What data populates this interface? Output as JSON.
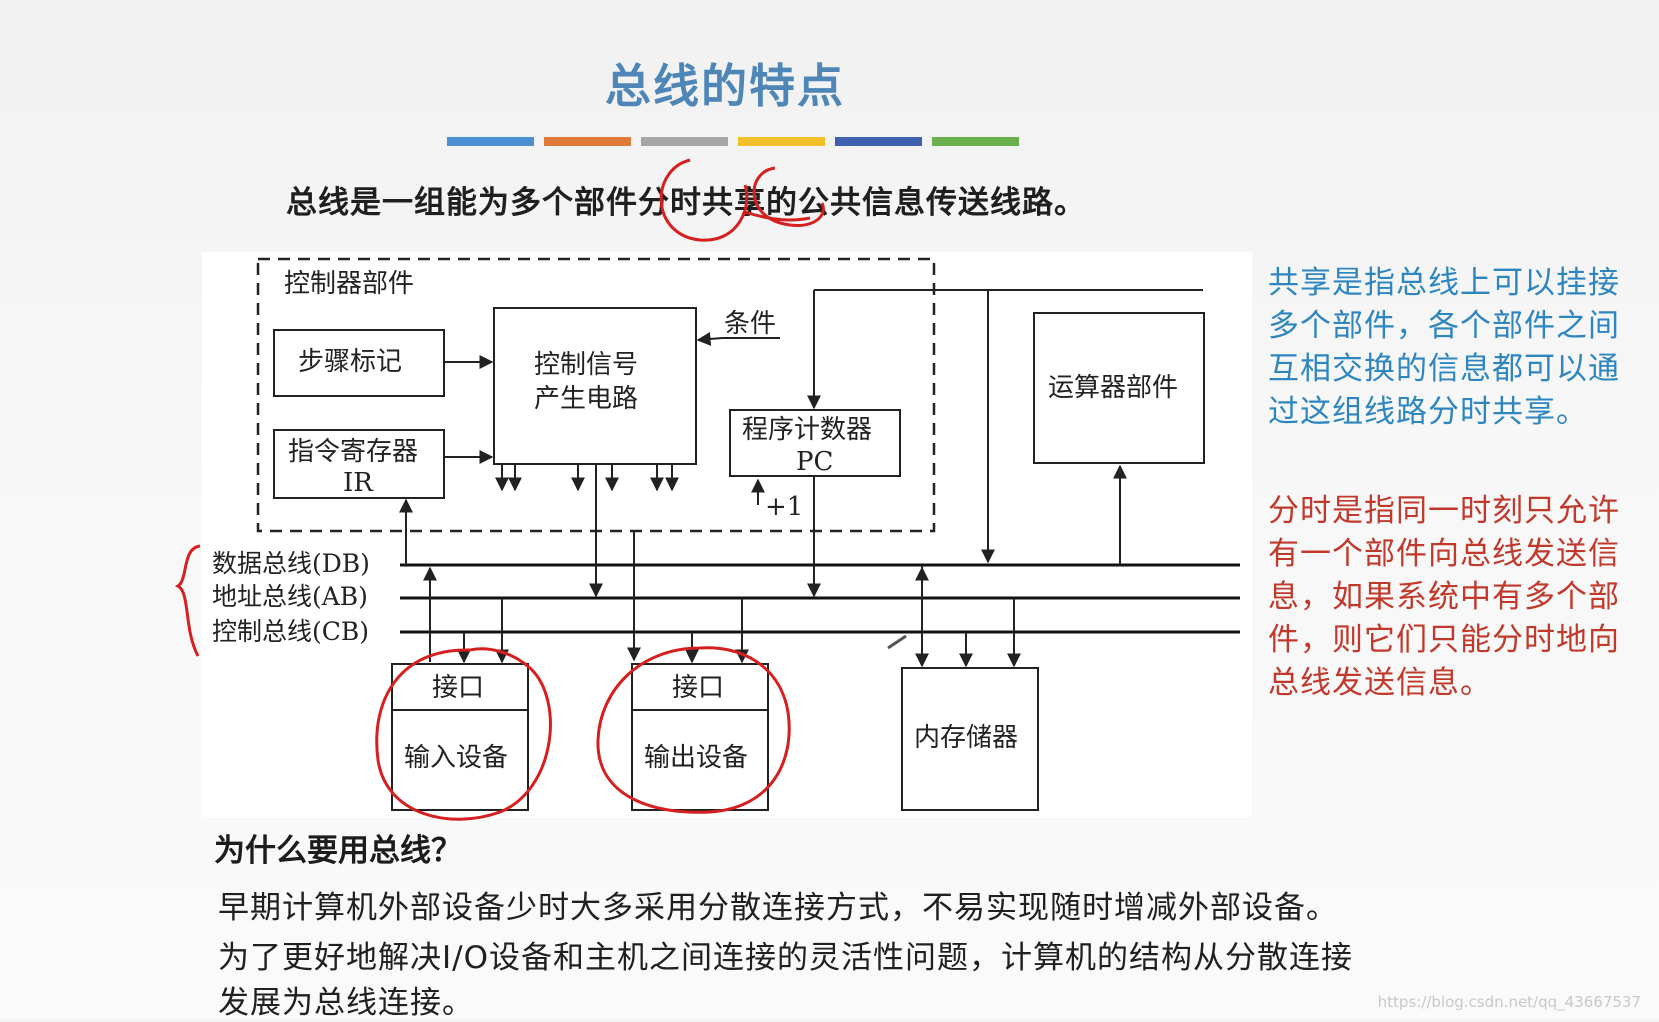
{
  "title": "总线的特点",
  "color_bars": [
    "#4a8fd0",
    "#e07b39",
    "#a5a5a5",
    "#f2c029",
    "#3f5fb0",
    "#6ab04c"
  ],
  "definition": "总线是一组能为多个部件分时共享的公共信息传送线路。",
  "diagram": {
    "controller_label": "控制器部件",
    "step_marker": "步骤标记",
    "ir_line1": "指令寄存器",
    "ir_line2": "IR",
    "ctrl_gen_line1": "控制信号",
    "ctrl_gen_line2": "产生电路",
    "condition": "条件",
    "pc_line1": "程序计数器",
    "pc_line2": "PC",
    "plus_one": "+1",
    "alu": "运算器部件",
    "db_label": "数据总线(DB)",
    "ab_label": "地址总线(AB)",
    "cb_label": "控制总线(CB)",
    "interface1": "接口",
    "input_device": "输入设备",
    "interface2": "接口",
    "output_device": "输出设备",
    "memory": "内存储器"
  },
  "note_shared": "共享是指总线上可以挂接多个部件，各个部件之间互相交换的信息都可以通过这组线路分时共享。",
  "note_timeshare": "分时是指同一时刻只允许有一个部件向总线发送信息，如果系统中有多个部件，则它们只能分时地向总线发送信息。",
  "question": "为什么要用总线？",
  "paragraph1": "早期计算机外部设备少时大多采用分散连接方式，不易实现随时增减外部设备。",
  "paragraph2": "为了更好地解决I/O设备和主机之间连接的灵活性问题，计算机的结构从分散连接",
  "paragraph3": "发展为总线连接。",
  "watermark": "https://blog.csdn.net/qq_43667537"
}
